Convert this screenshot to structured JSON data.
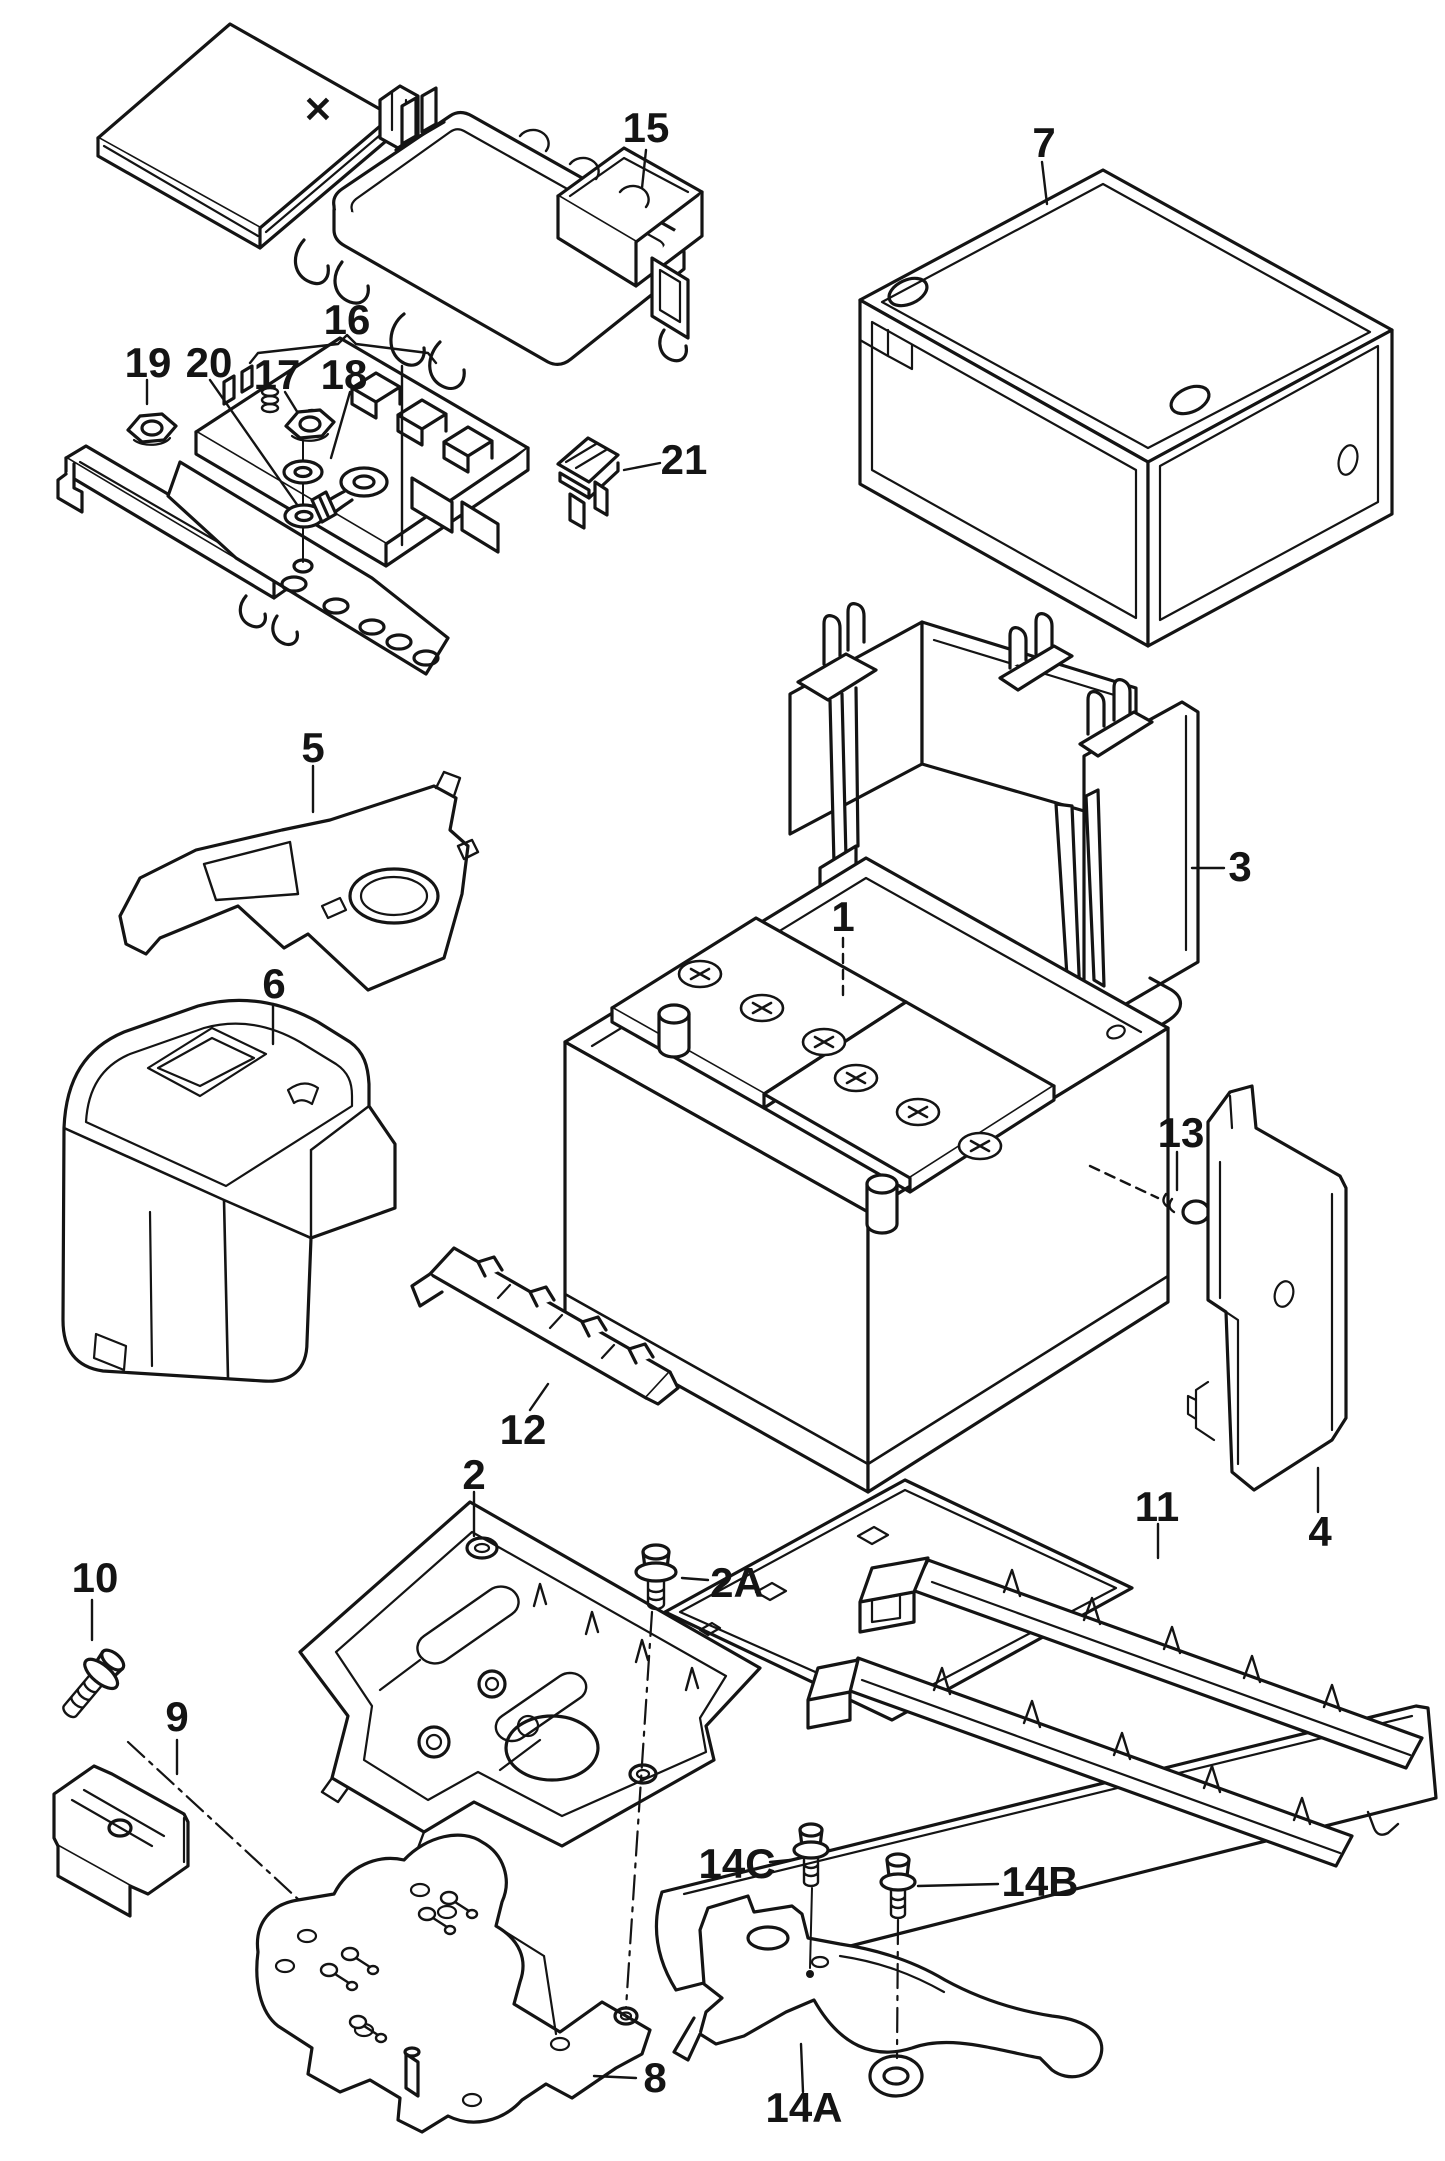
{
  "diagram": {
    "background": "#ffffff",
    "ink": "#141414",
    "plate_marking": "✕",
    "callouts": {
      "c1": "1",
      "c2": "2",
      "c2a": "2A",
      "c3": "3",
      "c4": "4",
      "c5": "5",
      "c6": "6",
      "c7": "7",
      "c8": "8",
      "c9": "9",
      "c10": "10",
      "c11": "11",
      "c12": "12",
      "c13": "13",
      "c14a": "14A",
      "c14b": "14B",
      "c14c": "14C",
      "c15": "15",
      "c16": "16",
      "c17": "17",
      "c18": "18",
      "c19": "19",
      "c20": "20",
      "c21": "21"
    }
  }
}
